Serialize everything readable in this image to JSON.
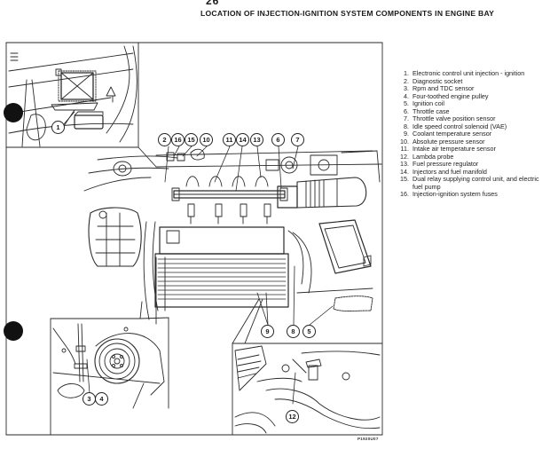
{
  "page": {
    "number": "26",
    "title": "LOCATION OF INJECTION-IGNITION SYSTEM COMPONENTS IN ENGINE BAY",
    "figure_code": "P1920U07"
  },
  "legend": [
    {
      "num": "1.",
      "text": "Electronic control unit injection - ignition"
    },
    {
      "num": "2.",
      "text": "Diagnostic socket"
    },
    {
      "num": "3.",
      "text": "Rpm and TDC sensor"
    },
    {
      "num": "4.",
      "text": "Four-toothed engine pulley"
    },
    {
      "num": "5.",
      "text": "Ignition coil"
    },
    {
      "num": "6.",
      "text": "Throttle case"
    },
    {
      "num": "7.",
      "text": "Throttle valve position sensor"
    },
    {
      "num": "8.",
      "text": "Idle speed control solenoid (VAE)"
    },
    {
      "num": "9.",
      "text": "Coolant temperature sensor"
    },
    {
      "num": "10.",
      "text": "Absolute pressure sensor"
    },
    {
      "num": "11.",
      "text": "Intake air temperature sensor"
    },
    {
      "num": "12.",
      "text": "Lambda probe"
    },
    {
      "num": "13.",
      "text": "Fuel pressure regulator"
    },
    {
      "num": "14.",
      "text": "Injectors and fuel manifold"
    },
    {
      "num": "15.",
      "text": "Dual relay supplying control unit, and electric fuel pump"
    },
    {
      "num": "16.",
      "text": "Injection-ignition system fuses"
    }
  ],
  "callouts": {
    "c1": "1",
    "c2": "2",
    "c16": "16",
    "c15": "15",
    "c10": "10",
    "c11": "11",
    "c14": "14",
    "c13": "13",
    "c6": "6",
    "c7": "7",
    "c9": "9",
    "c8": "8",
    "c5": "5",
    "c3": "3",
    "c4": "4",
    "c12": "12"
  }
}
